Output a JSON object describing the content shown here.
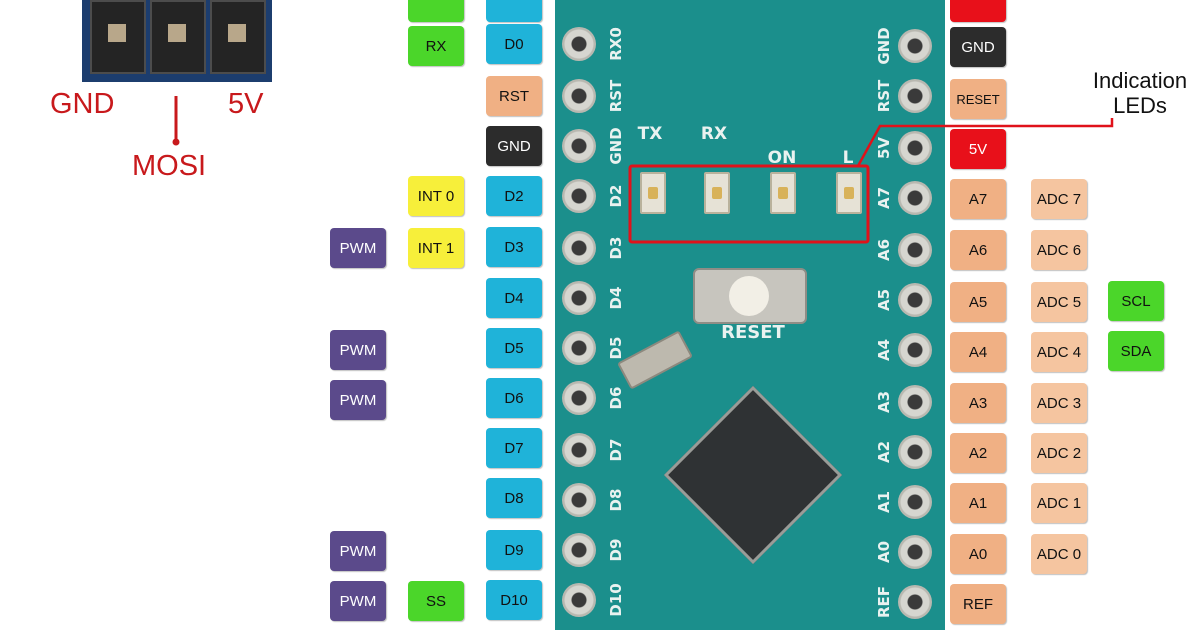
{
  "isp_header": {
    "labels": {
      "gnd": "GND",
      "mosi": "MOSI",
      "v5": "5V"
    },
    "accent_color": "#c8191c"
  },
  "annotation": {
    "line1": "Indication",
    "line2": "LEDs"
  },
  "board": {
    "silkscreen": {
      "left": [
        "RX0",
        "RST",
        "GND",
        "D2",
        "D3",
        "D4",
        "D5",
        "D6",
        "D7",
        "D8",
        "D9",
        "D10"
      ],
      "right": [
        "GND",
        "RST",
        "5V",
        "A7",
        "A6",
        "A5",
        "A4",
        "A3",
        "A2",
        "A1",
        "A0",
        "REF"
      ],
      "led_labels": [
        "TX",
        "RX",
        "ON",
        "L"
      ],
      "reset": "RESET"
    }
  },
  "pins_left": {
    "digital": [
      "RX",
      "D0",
      "RST",
      "GND",
      "D2",
      "D3",
      "D4",
      "D5",
      "D6",
      "D7",
      "D8",
      "D9",
      "D10"
    ],
    "int": [
      "INT 0",
      "INT 1"
    ],
    "pwm": [
      "PWM",
      "PWM",
      "PWM",
      "PWM",
      "PWM"
    ],
    "ss": "SS"
  },
  "pins_right": {
    "power": [
      "GND",
      "RESET",
      "5V"
    ],
    "analog": [
      "A7",
      "A6",
      "A5",
      "A4",
      "A3",
      "A2",
      "A1",
      "A0",
      "REF"
    ],
    "adc": [
      "ADC 7",
      "ADC 6",
      "ADC 5",
      "ADC 4",
      "ADC 3",
      "ADC 2",
      "ADC 1",
      "ADC 0"
    ],
    "i2c": [
      "SCL",
      "SDA"
    ]
  },
  "colors": {
    "digital": "#1fb3d9",
    "pwm": "#5b4a8b",
    "int": "#f7ef3a",
    "green": "#4bd62a",
    "gnd": "#2c2c2c",
    "analog": "#f0b084",
    "power5v": "#e8101a",
    "adc": "#f5c5a0",
    "board": "#1b8f8c",
    "highlight": "#e0121a"
  }
}
